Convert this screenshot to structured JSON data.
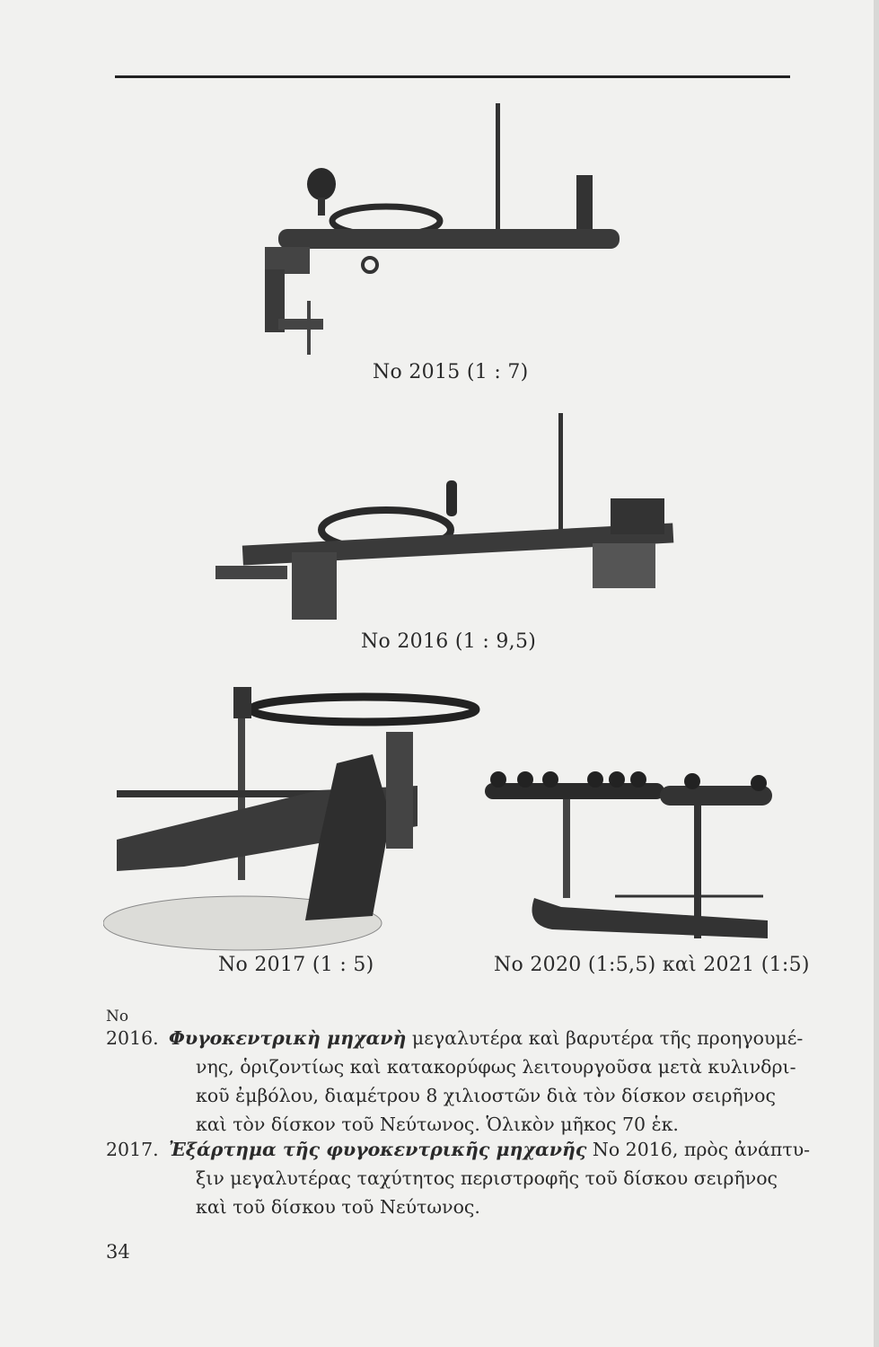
{
  "figures": [
    {
      "caption": "No 2015 (1 : 7)"
    },
    {
      "caption": "No 2016 (1 : 9,5)"
    },
    {
      "caption": "No 2017 (1 : 5)"
    },
    {
      "caption": "No 2020 (1:5,5) καὶ 2021 (1:5)"
    }
  ],
  "entries": [
    {
      "no_label": "No",
      "number": "2016.",
      "title": "Φυγοκεντρικὴ μηχανὴ",
      "lines": [
        "μεγαλυτέρα καὶ βαρυτέρα τῆς προηγουμέ-",
        "νης, ὁριζοντίως καὶ κατακορύφως λειτουργοῦσα μετὰ κυλινδρι-",
        "κοῦ ἐμβόλου, διαμέτρου 8 χιλιοστῶν διὰ τὸν δίσκον σειρῆνος",
        "καὶ τὸν δίσκον τοῦ Νεύτωνος. Ὁλικὸν μῆκος 70 ἑκ."
      ]
    },
    {
      "number": "2017.",
      "title": "Ἐξάρτημα τῆς φυγοκεντρικῆς μηχανῆς",
      "lines": [
        "No 2016, πρὸς ἀνάπτυ-",
        "ξιν μεγαλυτέρας ταχύτητος περιστροφῆς τοῦ δίσκου σειρῆνος",
        "καὶ τοῦ δίσκου τοῦ Νεύτωνος."
      ]
    }
  ],
  "page_number": "34"
}
